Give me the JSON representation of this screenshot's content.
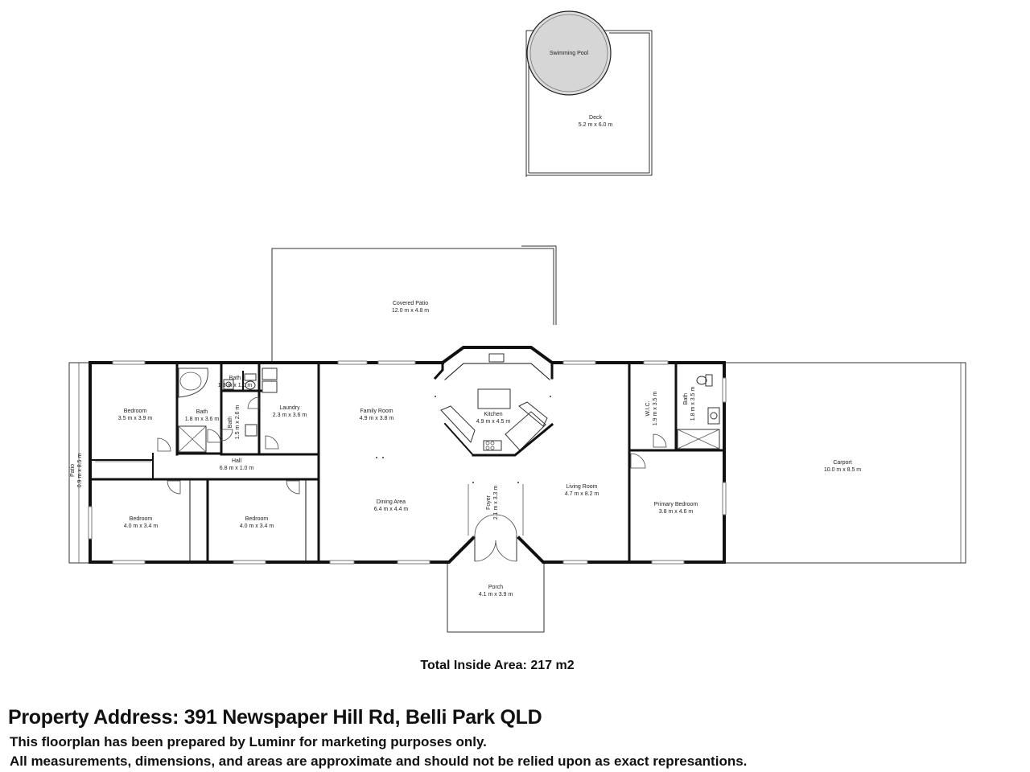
{
  "rooms": {
    "pool": {
      "name": "Swimming Pool"
    },
    "deck": {
      "name": "Deck",
      "dim": "5.2 m x 6.0 m"
    },
    "covpatio": {
      "name": "Covered Patio",
      "dim": "12.0 m x 4.8 m"
    },
    "bed1": {
      "name": "Bedroom",
      "dim": "3.5 m x 3.9 m"
    },
    "bathA": {
      "name": "Bath",
      "dim": "1.8 m x 3.6 m"
    },
    "bathB": {
      "name": "Bath",
      "dim": "1.3 m x 1.0 m"
    },
    "bathC": {
      "name": "Bath",
      "dim": "1.5 m x 2.6 m"
    },
    "laundry": {
      "name": "Laundry",
      "dim": "2.3 m x 3.6 m"
    },
    "hall": {
      "name": "Hall",
      "dim": "6.8 m x 1.0 m"
    },
    "bed2": {
      "name": "Bedroom",
      "dim": "4.0 m x 3.4 m"
    },
    "bed3": {
      "name": "Bedroom",
      "dim": "4.0 m x 3.4 m"
    },
    "family": {
      "name": "Family Room",
      "dim": "4.9 m x 3.8 m"
    },
    "kitchen": {
      "name": "Kitchen",
      "dim": "4.9 m x 4.5 m"
    },
    "dining": {
      "name": "Dining Area",
      "dim": "6.4 m x 4.4 m"
    },
    "foyer": {
      "name": "Foyer",
      "dim": "2.1 m x 3.3 m"
    },
    "living": {
      "name": "Living Room",
      "dim": "4.7 m x 8.2 m"
    },
    "wic": {
      "name": "W.I.C.",
      "dim": "1.9 m x 3.5 m"
    },
    "bathD": {
      "name": "Bath",
      "dim": "1.8 m x 3.5 m"
    },
    "primary": {
      "name": "Primary Bedroom",
      "dim": "3.8 m x 4.6 m"
    },
    "carport": {
      "name": "Carport",
      "dim": "10.0 m x 8.5 m"
    },
    "patio": {
      "name": "Patio",
      "dim": "0.9 m x 8.5 m"
    },
    "porch": {
      "name": "Porch",
      "dim": "4.1 m x 3.9 m"
    }
  },
  "total_area": "Total Inside Area: 217 m2",
  "address": "Property Address: 391 Newspaper Hill Rd, Belli Park QLD",
  "disclaimer_1": "This floorplan has been prepared by Luminr for marketing purposes only.",
  "disclaimer_2": "All measurements, dimensions, and areas are approximate and should not be relied upon as exact represantions."
}
